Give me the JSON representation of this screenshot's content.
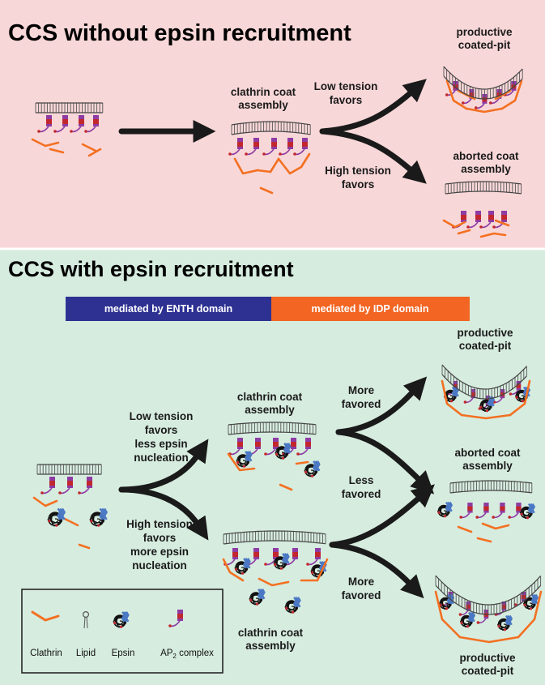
{
  "colors": {
    "top_bg": "#f8d7d8",
    "bottom_bg": "#d6ecdf",
    "enth_bar": "#2e3192",
    "idp_bar": "#f26522",
    "clathrin": "#f37021",
    "ap2_body": "#8e3ba3",
    "ap2_core": "#c1272d",
    "epsin_blue": "#4a78c4",
    "arrow": "#1a1a1a"
  },
  "top": {
    "title": "CCS without epsin recruitment",
    "clathrin_coat_assembly": [
      "clathrin coat",
      "assembly"
    ],
    "low_tension": [
      "Low tension",
      "favors"
    ],
    "high_tension": [
      "High tension",
      "favors"
    ],
    "productive": [
      "productive",
      "coated-pit"
    ],
    "aborted": [
      "aborted coat",
      "assembly"
    ]
  },
  "bottom": {
    "title": "CCS with epsin recruitment",
    "enth_bar": "mediated by ENTH domain",
    "idp_bar": "mediated by IDP domain",
    "low_tension": [
      "Low tension",
      "favors",
      "less epsin",
      "nucleation"
    ],
    "high_tension": [
      "High tension",
      "favors",
      "more epsin",
      "nucleation"
    ],
    "coat_upper": [
      "clathrin coat",
      "assembly"
    ],
    "coat_lower": [
      "clathrin coat",
      "assembly"
    ],
    "more_favored_1": [
      "More",
      "favored"
    ],
    "less_favored": [
      "Less",
      "favored"
    ],
    "more_favored_2": [
      "More",
      "favored"
    ],
    "productive_1": [
      "productive",
      "coated-pit"
    ],
    "aborted": [
      "aborted coat",
      "assembly"
    ],
    "productive_2": [
      "productive",
      "coated-pit"
    ]
  },
  "legend": {
    "clathrin": "Clathrin",
    "lipid": "Lipid",
    "epsin": "Epsin",
    "ap2": "AP",
    "ap2_sub": "2",
    "ap2_suffix": " complex"
  }
}
